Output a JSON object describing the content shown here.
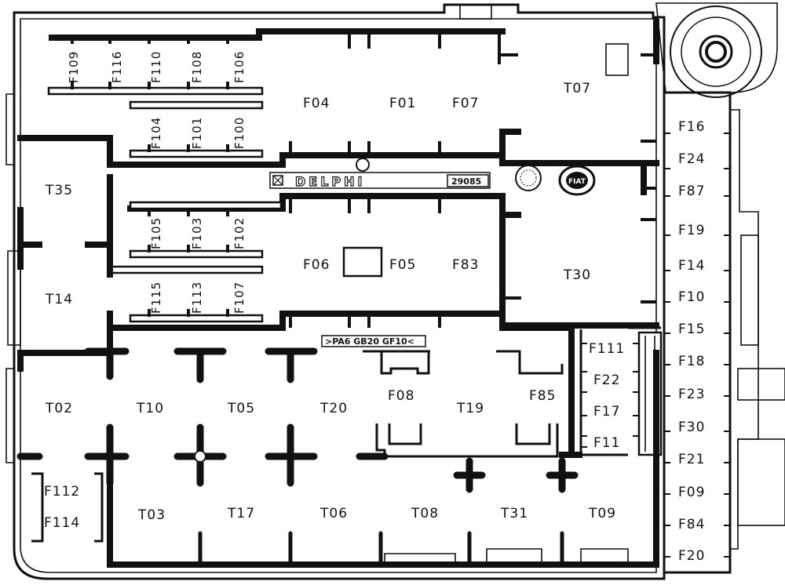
{
  "brand": {
    "name": "DELPHI",
    "part_no": "29085",
    "logo": "FIAT"
  },
  "marking": ">PA6 GB20 GF10<",
  "fuses": [
    {
      "id": "F109",
      "text": "F109"
    },
    {
      "id": "F116",
      "text": "F116"
    },
    {
      "id": "F110",
      "text": "F110"
    },
    {
      "id": "F108",
      "text": "F108"
    },
    {
      "id": "F106",
      "text": "F106"
    },
    {
      "id": "F104",
      "text": "F104"
    },
    {
      "id": "F101",
      "text": "F101"
    },
    {
      "id": "F100",
      "text": "F100"
    },
    {
      "id": "F105",
      "text": "F105"
    },
    {
      "id": "F103",
      "text": "F103"
    },
    {
      "id": "F102",
      "text": "F102"
    },
    {
      "id": "F115",
      "text": "F115"
    },
    {
      "id": "F113",
      "text": "F113"
    },
    {
      "id": "F107",
      "text": "F107"
    },
    {
      "id": "F04",
      "text": "F04"
    },
    {
      "id": "F01",
      "text": "F01"
    },
    {
      "id": "F07",
      "text": "F07"
    },
    {
      "id": "F06",
      "text": "F06"
    },
    {
      "id": "F05",
      "text": "F05"
    },
    {
      "id": "F83",
      "text": "F83"
    },
    {
      "id": "F08",
      "text": "F08"
    },
    {
      "id": "F85",
      "text": "F85"
    },
    {
      "id": "F111",
      "text": "F111"
    },
    {
      "id": "F22",
      "text": "F22"
    },
    {
      "id": "F17",
      "text": "F17"
    },
    {
      "id": "F11",
      "text": "F11"
    },
    {
      "id": "F112",
      "text": "F112"
    },
    {
      "id": "F114",
      "text": "F114"
    },
    {
      "id": "F16",
      "text": "F16"
    },
    {
      "id": "F24",
      "text": "F24"
    },
    {
      "id": "F87",
      "text": "F87"
    },
    {
      "id": "F19",
      "text": "F19"
    },
    {
      "id": "F14",
      "text": "F14"
    },
    {
      "id": "F10",
      "text": "F10"
    },
    {
      "id": "F15",
      "text": "F15"
    },
    {
      "id": "F18",
      "text": "F18"
    },
    {
      "id": "F23",
      "text": "F23"
    },
    {
      "id": "F30",
      "text": "F30"
    },
    {
      "id": "F21",
      "text": "F21"
    },
    {
      "id": "F09",
      "text": "F09"
    },
    {
      "id": "F84",
      "text": "F84"
    },
    {
      "id": "F20",
      "text": "F20"
    }
  ],
  "relays": [
    {
      "id": "T07",
      "text": "T07"
    },
    {
      "id": "T35",
      "text": "T35"
    },
    {
      "id": "T14",
      "text": "T14"
    },
    {
      "id": "T30",
      "text": "T30"
    },
    {
      "id": "T02",
      "text": "T02"
    },
    {
      "id": "T10",
      "text": "T10"
    },
    {
      "id": "T05",
      "text": "T05"
    },
    {
      "id": "T20",
      "text": "T20"
    },
    {
      "id": "T19",
      "text": "T19"
    },
    {
      "id": "T03",
      "text": "T03"
    },
    {
      "id": "T17",
      "text": "T17"
    },
    {
      "id": "T06",
      "text": "T06"
    },
    {
      "id": "T08",
      "text": "T08"
    },
    {
      "id": "T31",
      "text": "T31"
    },
    {
      "id": "T09",
      "text": "T09"
    }
  ]
}
